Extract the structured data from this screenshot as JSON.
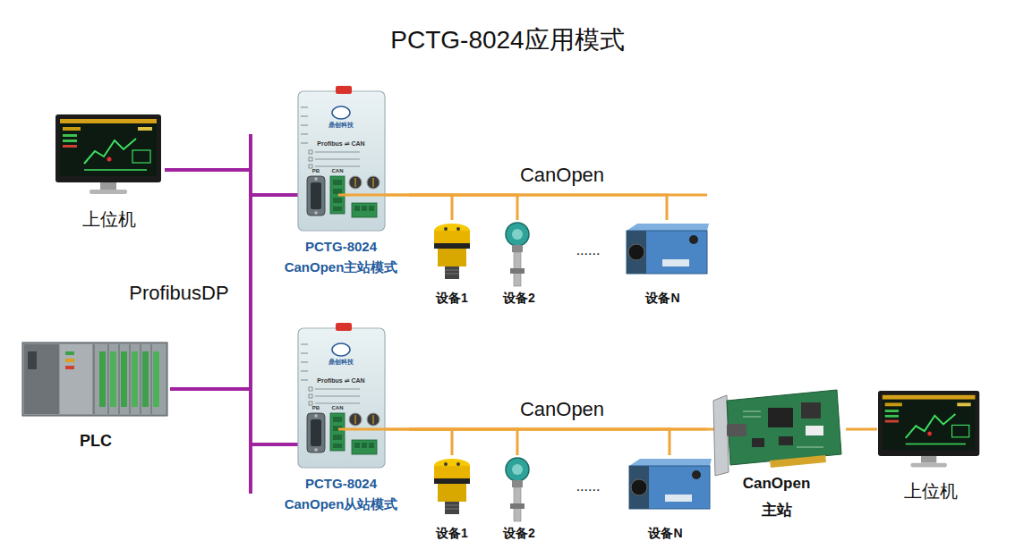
{
  "diagram": {
    "title": "PCTG-8024应用模式",
    "nodes": [
      {
        "text": [
          "上位机"
        ]
      },
      {
        "text": [
          "PLC"
        ]
      },
      {
        "text": [
          "PCTG-8024 CanOpen主站模式"
        ]
      },
      {
        "text": [
          "设备1"
        ]
      },
      {
        "text": [
          "设备2"
        ]
      },
      {
        "text": [
          "设备N"
        ]
      },
      {
        "text": [
          "PCTG-8024 CanOpen从站模式"
        ]
      },
      {
        "text": [
          "设备1"
        ]
      },
      {
        "text": [
          "设备2"
        ]
      },
      {
        "text": [
          "设备N"
        ]
      },
      {
        "text": [
          "CanOpen 主站"
        ]
      },
      {
        "text": [
          "上位机"
        ]
      }
    ],
    "edges": [
      {
        "from": 0,
        "to": 2,
        "arrow": "none"
      },
      {
        "from": 0,
        "to": 6,
        "arrow": "none"
      },
      {
        "from": 1,
        "to": 2,
        "arrow": "none"
      },
      {
        "from": 1,
        "to": 6,
        "arrow": "none"
      },
      {
        "from": 2,
        "to": 3,
        "arrow": "none"
      },
      {
        "from": 2,
        "to": 4,
        "arrow": "none"
      },
      {
        "from": 2,
        "to": 5,
        "arrow": "none"
      },
      {
        "from": 6,
        "to": 7,
        "arrow": "none"
      },
      {
        "from": 6,
        "to": 8,
        "arrow": "none"
      },
      {
        "from": 6,
        "to": 9,
        "arrow": "none"
      },
      {
        "from": 6,
        "to": 10,
        "arrow": "none"
      },
      {
        "from": 10,
        "to": 11,
        "arrow": "none"
      }
    ],
    "labels": [
      "ProfibusDP",
      "CanOpen",
      "......",
      "CanOpen",
      "......",
      "鼎创科技",
      "Profibus ⇌ CAN",
      "PB",
      "CAN",
      "鼎创科技",
      "Profibus ⇌ CAN",
      "PB",
      "CAN"
    ]
  }
}
